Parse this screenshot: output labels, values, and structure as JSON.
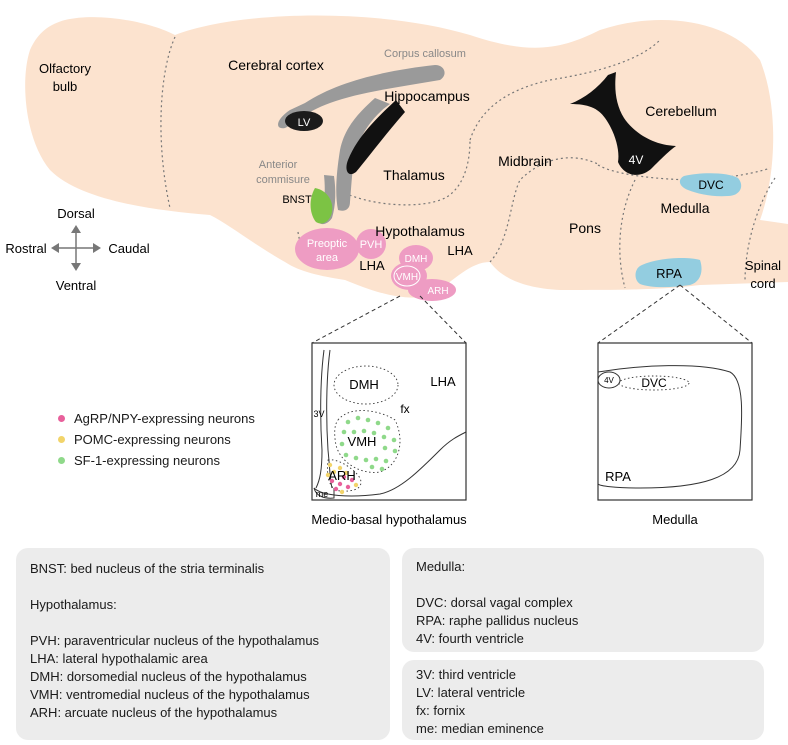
{
  "brain": {
    "regions": {
      "olfactory_bulb": [
        "Olfactory",
        "bulb"
      ],
      "cerebral_cortex": "Cerebral cortex",
      "corpus_callosum": "Corpus callosum",
      "hippocampus": "Hippocampus",
      "lv": "LV",
      "anterior_commisure": [
        "Anterior",
        "commisure"
      ],
      "bnst": "BNST",
      "thalamus": "Thalamus",
      "hypothalamus": "Hypothalamus",
      "preoptic_area": [
        "Preoptic",
        "area"
      ],
      "pvh": "PVH",
      "lha_left": "LHA",
      "lha_right": "LHA",
      "dmh": "DMH",
      "vmh": "VMH",
      "arh": "ARH",
      "midbrain": "Midbrain",
      "pons": "Pons",
      "cerebellum": "Cerebellum",
      "fourth_ventricle": "4V",
      "dvc": "DVC",
      "medulla": "Medulla",
      "rpa": "RPA",
      "spinal_cord": [
        "Spinal",
        "cord"
      ]
    },
    "compass": {
      "dorsal": "Dorsal",
      "ventral": "Ventral",
      "rostral": "Rostral",
      "caudal": "Caudal"
    }
  },
  "inset_mbh": {
    "caption": "Medio-basal hypothalamus",
    "labels": {
      "dmh": "DMH",
      "lha": "LHA",
      "fx": "fx",
      "third_ventricle": "3V",
      "vmh": "VMH",
      "arh": "ARH",
      "me": "me"
    }
  },
  "inset_medulla": {
    "caption": "Medulla",
    "labels": {
      "fourth_ventricle": "4V",
      "dvc": "DVC",
      "rpa": "RPA"
    }
  },
  "legend": [
    {
      "label": "AgRP/NPY-expressing neurons",
      "color": "#e8609b"
    },
    {
      "label": "POMC-expressing neurons",
      "color": "#f2d46a"
    },
    {
      "label": "SF-1-expressing neurons",
      "color": "#8fd98a"
    }
  ],
  "colors": {
    "brain_fill": "#fce3cf",
    "ventricle": "#9a9a9a",
    "hypothalamic_nuclei": "#ee9cc3",
    "medullary_nuclei": "#93cde0",
    "bnst": "#7cc344",
    "panel_bg": "#ececec"
  },
  "abbrev_left": {
    "bnst_line": "BNST:  bed nucleus of the stria terminalis",
    "heading": "Hypothalamus:",
    "items": [
      "PVH: paraventricular nucleus of the hypothalamus",
      "LHA: lateral hypothalamic area",
      "DMH: dorsomedial nucleus of the hypothalamus",
      "VMH: ventromedial nucleus of the hypothalamus",
      "ARH: arcuate nucleus of the hypothalamus"
    ]
  },
  "abbrev_medulla": {
    "heading": "Medulla:",
    "items": [
      "DVC: dorsal vagal complex",
      "RPA: raphe pallidus nucleus",
      "4V: fourth ventricle"
    ]
  },
  "abbrev_other": {
    "items": [
      "3V: third ventricle",
      "LV: lateral ventricle",
      "fx: fornix",
      "me: median eminence"
    ]
  }
}
